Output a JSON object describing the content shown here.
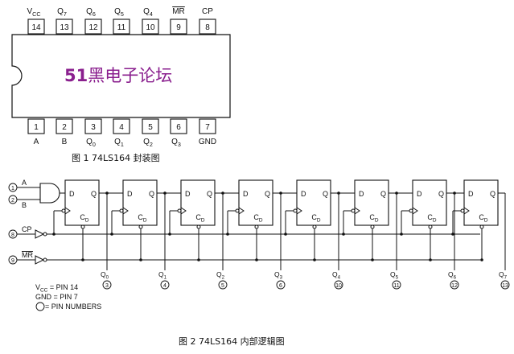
{
  "watermark": {
    "num": "51",
    "text": "黑电子论坛",
    "color": "#8a1f8e"
  },
  "package": {
    "top_pins": [
      {
        "num": "14",
        "label": "V",
        "sub": "CC",
        "overline": false
      },
      {
        "num": "13",
        "label": "Q",
        "sub": "7",
        "overline": false
      },
      {
        "num": "12",
        "label": "Q",
        "sub": "6",
        "overline": false
      },
      {
        "num": "11",
        "label": "Q",
        "sub": "5",
        "overline": false
      },
      {
        "num": "10",
        "label": "Q",
        "sub": "4",
        "overline": false
      },
      {
        "num": "9",
        "label": "MR",
        "sub": "",
        "overline": true
      },
      {
        "num": "8",
        "label": "CP",
        "sub": "",
        "overline": false
      }
    ],
    "bottom_pins": [
      {
        "num": "1",
        "label": "A",
        "sub": ""
      },
      {
        "num": "2",
        "label": "B",
        "sub": ""
      },
      {
        "num": "3",
        "label": "Q",
        "sub": "0"
      },
      {
        "num": "4",
        "label": "Q",
        "sub": "1"
      },
      {
        "num": "5",
        "label": "Q",
        "sub": "2"
      },
      {
        "num": "6",
        "label": "Q",
        "sub": "3"
      },
      {
        "num": "7",
        "label": "GND",
        "sub": ""
      }
    ]
  },
  "caption1": "图 1 74LS164 封装图",
  "caption2": "图 2 74LS164 内部逻辑图",
  "logic": {
    "flipflop": {
      "d": "D",
      "q": "Q",
      "cd": "C",
      "cd_sub": "D"
    },
    "inputs": [
      {
        "pin": "1",
        "label": "A",
        "overline": false
      },
      {
        "pin": "2",
        "label": "B",
        "overline": false
      },
      {
        "pin": "8",
        "label": "CP",
        "overline": false
      },
      {
        "pin": "9",
        "label": "MR",
        "overline": true
      }
    ],
    "outputs": [
      {
        "q": "Q",
        "sub": "0",
        "pin": "3"
      },
      {
        "q": "Q",
        "sub": "1",
        "pin": "4"
      },
      {
        "q": "Q",
        "sub": "2",
        "pin": "5"
      },
      {
        "q": "Q",
        "sub": "3",
        "pin": "6"
      },
      {
        "q": "Q",
        "sub": "4",
        "pin": "10"
      },
      {
        "q": "Q",
        "sub": "5",
        "pin": "11"
      },
      {
        "q": "Q",
        "sub": "6",
        "pin": "12"
      },
      {
        "q": "Q",
        "sub": "7",
        "pin": "13"
      }
    ],
    "notes": {
      "vcc": "V",
      "vcc_sub": "CC",
      "vcc_rest": " = PIN 14",
      "gnd": "GND = PIN 7",
      "pin_numbers": " = PIN NUMBERS"
    }
  }
}
